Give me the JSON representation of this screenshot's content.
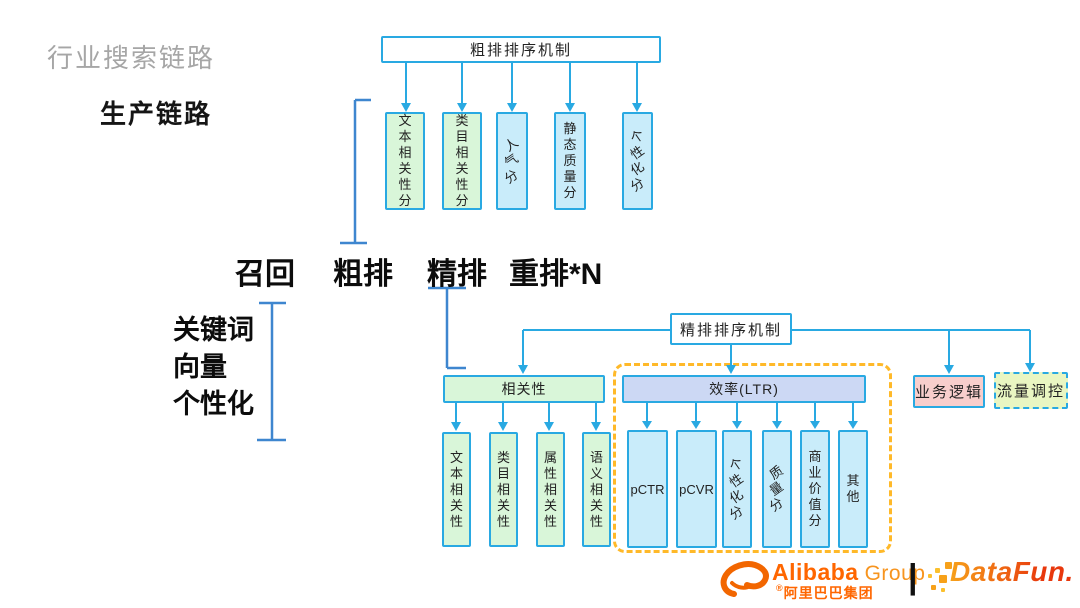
{
  "title": "行业搜索链路",
  "subtitle": "生产链路",
  "pipeline": {
    "labels": [
      "召回",
      "粗排",
      "精排",
      "重排*N"
    ]
  },
  "recall_methods": {
    "lines": [
      "关键词",
      "向量",
      "个性化"
    ]
  },
  "coarse_rank": {
    "title": "粗排排序机制",
    "factors": [
      {
        "label": "文本相关性分"
      },
      {
        "label": "类目相关性分"
      },
      {
        "label": "人气分"
      },
      {
        "label": "静态质量分"
      },
      {
        "label": "个性化分"
      }
    ]
  },
  "fine_rank": {
    "title": "精排排序机制",
    "relevance": {
      "title": "相关性",
      "factors": [
        {
          "label": "文本相关性"
        },
        {
          "label": "类目相关性"
        },
        {
          "label": "属性相关性"
        },
        {
          "label": "语义相关性"
        }
      ]
    },
    "efficiency": {
      "title": "效率(LTR)",
      "factors": [
        {
          "label": "pCTR"
        },
        {
          "label": "pCVR"
        },
        {
          "label": "个性化分"
        },
        {
          "label": "质量分"
        },
        {
          "label": "商业价值分"
        },
        {
          "label": "其他"
        }
      ]
    },
    "business_logic": "业务逻辑",
    "traffic_control": "流量调控"
  },
  "footer": {
    "alibaba_name": "Alibaba",
    "alibaba_group": "Group",
    "registered": "®",
    "alibaba_cn": "阿里巴巴集团",
    "divider": "|",
    "datafun": "DataFun."
  },
  "colors": {
    "cyan": "#29a9e2",
    "bracket-blue": "#3e86cf",
    "green-fill": "#d9f6d9",
    "blue-fill": "#c9ecfa",
    "purple-fill": "#ccd8f4",
    "salmon-fill": "#f8cecc",
    "yellowgreen-fill": "#e9f6c2",
    "orange-dash": "#ffb929",
    "alibaba-orange": "#ff6600",
    "datafun-orange": "#f7a11a",
    "datafun-red": "#e8380d",
    "title-gray": "#a6a6a6"
  }
}
